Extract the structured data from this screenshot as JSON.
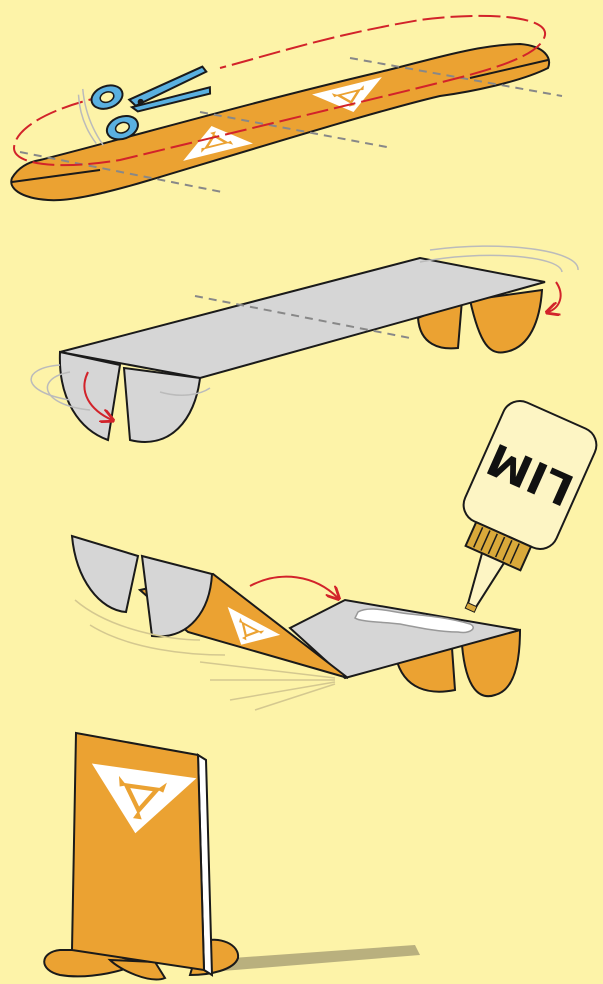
{
  "colors": {
    "background": "#fdf3a8",
    "orange": "#eba232",
    "grey": "#d6d6d6",
    "outline": "#1a1a1a",
    "arrow": "#d2232a",
    "fold_line": "#888888",
    "scissors": "#5ab0e0",
    "glue_bottle": "#fdf5c4",
    "glue_cap": "#d9a93a"
  },
  "steps": [
    {
      "id": "cut",
      "icon": "scissors-icon"
    },
    {
      "id": "fold",
      "icon": "fold-arrows-icon"
    },
    {
      "id": "glue",
      "icon": "glue-bottle-icon"
    },
    {
      "id": "stand",
      "icon": "standing-sign-icon"
    }
  ],
  "glue_bottle": {
    "label": "LIM"
  }
}
